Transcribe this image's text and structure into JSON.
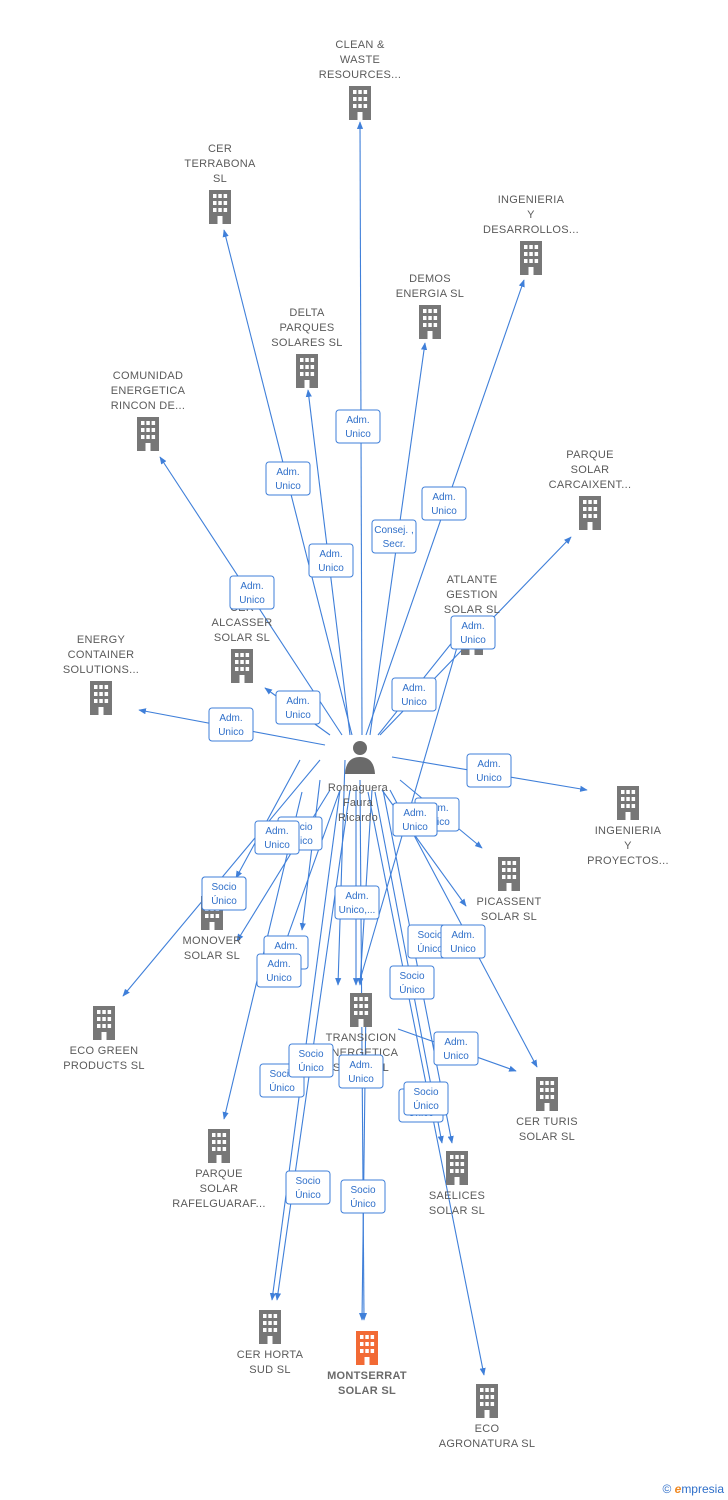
{
  "colors": {
    "edge": "#3f7fd9",
    "company": "#777777",
    "target": "#f26a35",
    "person": "#6a6a6a"
  },
  "person": {
    "label": [
      "Romaguera",
      "Faura",
      "Ricardo"
    ]
  },
  "nodes": [
    {
      "id": "clean",
      "label": [
        "CLEAN &",
        "WASTE",
        "RESOURCES..."
      ]
    },
    {
      "id": "terrabona",
      "label": [
        "CER",
        "TERRABONA",
        "SL"
      ]
    },
    {
      "id": "ingdes",
      "label": [
        "INGENIERIA",
        "Y",
        "DESARROLLOS..."
      ]
    },
    {
      "id": "demos",
      "label": [
        "DEMOS",
        "ENERGIA  SL"
      ]
    },
    {
      "id": "delta",
      "label": [
        "DELTA",
        "PARQUES",
        "SOLARES  SL"
      ]
    },
    {
      "id": "comunidad",
      "label": [
        "COMUNIDAD",
        "ENERGETICA",
        "RINCON DE..."
      ]
    },
    {
      "id": "carcaixent",
      "label": [
        "PARQUE",
        "SOLAR",
        "CARCAIXENT..."
      ]
    },
    {
      "id": "atlante",
      "label": [
        "ATLANTE",
        "GESTION",
        "SOLAR  SL"
      ]
    },
    {
      "id": "alcasser",
      "label": [
        "CER",
        "ALCASSER",
        "SOLAR  SL"
      ]
    },
    {
      "id": "energy",
      "label": [
        "ENERGY",
        "CONTAINER",
        "SOLUTIONS..."
      ]
    },
    {
      "id": "ingproy",
      "label": [
        "INGENIERIA",
        "Y",
        "PROYECTOS..."
      ]
    },
    {
      "id": "picassent",
      "label": [
        "PICASSENT",
        "SOLAR  SL"
      ]
    },
    {
      "id": "monover",
      "label": [
        "MONOVER",
        "SOLAR  SL"
      ]
    },
    {
      "id": "ecogreen",
      "label": [
        "ECO GREEN",
        "PRODUCTS  SL"
      ]
    },
    {
      "id": "transicion",
      "label": [
        "TRANSICION",
        "ENERGETICA",
        "SOLAR  SL"
      ]
    },
    {
      "id": "turis",
      "label": [
        "CER TURIS",
        "SOLAR  SL"
      ]
    },
    {
      "id": "rafelguaraf",
      "label": [
        "PARQUE",
        "SOLAR",
        "RAFELGUARAF..."
      ]
    },
    {
      "id": "saelices",
      "label": [
        "SAELICES",
        "SOLAR  SL"
      ]
    },
    {
      "id": "horta",
      "label": [
        "CER HORTA",
        "SUD  SL"
      ]
    },
    {
      "id": "montserrat",
      "label": [
        "MONTSERRAT",
        "SOLAR  SL"
      ]
    },
    {
      "id": "agronatura",
      "label": [
        "ECO",
        "AGRONATURA SL"
      ]
    }
  ],
  "edge_labels": [
    [
      "Adm.",
      "Unico"
    ],
    [
      "Adm.",
      "Unico"
    ],
    [
      "Consej. ,",
      "Secr."
    ],
    [
      "Adm.",
      "Unico"
    ],
    [
      "Adm.",
      "Unico"
    ],
    [
      "Adm.",
      "Unico"
    ],
    [
      "Adm.",
      "Unico"
    ],
    [
      "Adm.",
      "Unico"
    ],
    [
      "Adm.",
      "Unico"
    ],
    [
      "Adm.",
      "Unico"
    ],
    [
      "Adm.",
      "Unico"
    ],
    [
      "Adm.",
      "Unico"
    ],
    [
      "Socio",
      "Único"
    ],
    [
      "Adm.",
      "Unico"
    ],
    [
      "Socio",
      "Único"
    ],
    [
      "Adm.",
      "Unico"
    ],
    [
      "Adm.",
      "Unico,..."
    ],
    [
      "Socio",
      "Único"
    ],
    [
      "Adm.",
      "Unico"
    ],
    [
      "Socio",
      "Único"
    ],
    [
      "Adm.",
      "Unico"
    ],
    [
      "Adm.",
      "Unico"
    ],
    [
      "Adm.",
      "Unico"
    ],
    [
      "Socio",
      "Único"
    ],
    [
      "Adm.",
      "Unico"
    ],
    [
      "Socio",
      "Único"
    ],
    [
      "Socio",
      "Único"
    ],
    [
      "Socio",
      "Único"
    ],
    [
      "Socio",
      "Único"
    ],
    [
      "Socio",
      "Único"
    ],
    [
      "Socio",
      "Único"
    ],
    [
      "Adm.",
      "Unico"
    ]
  ],
  "footer": {
    "copyright": "©",
    "brand_initial": "e",
    "brand_rest": "mpresia"
  }
}
